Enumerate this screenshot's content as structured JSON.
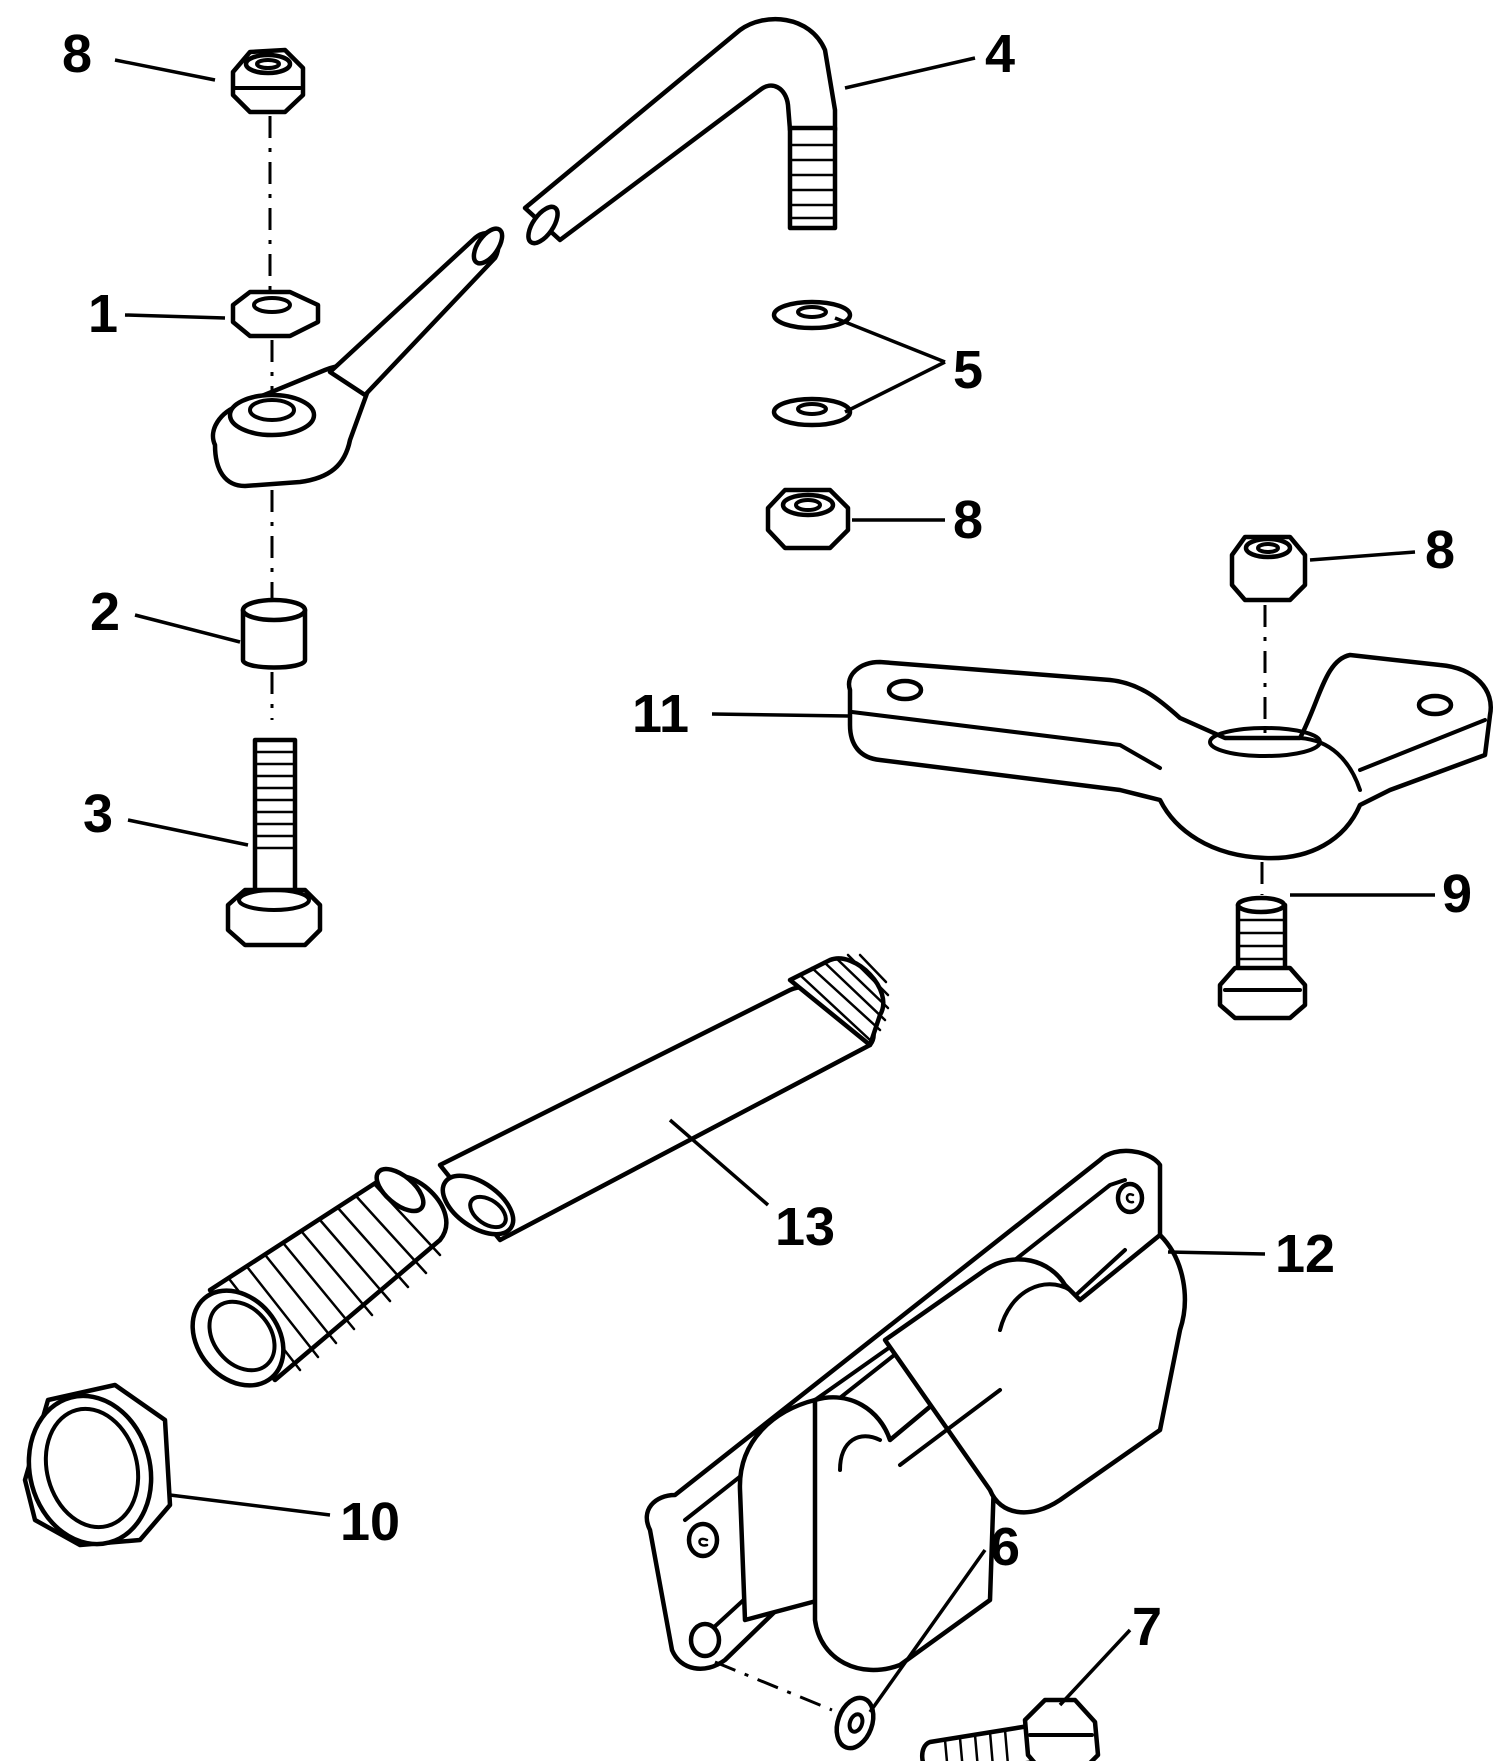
{
  "callouts": [
    {
      "id": "c8a",
      "text": "8"
    },
    {
      "id": "c4",
      "text": "4"
    },
    {
      "id": "c1",
      "text": "1"
    },
    {
      "id": "c5",
      "text": "5"
    },
    {
      "id": "c8b",
      "text": "8"
    },
    {
      "id": "c2",
      "text": "2"
    },
    {
      "id": "c8c",
      "text": "8"
    },
    {
      "id": "c11",
      "text": "11"
    },
    {
      "id": "c3",
      "text": "3"
    },
    {
      "id": "c9",
      "text": "9"
    },
    {
      "id": "c13",
      "text": "13"
    },
    {
      "id": "c12",
      "text": "12"
    },
    {
      "id": "c10",
      "text": "10"
    },
    {
      "id": "c6",
      "text": "6"
    },
    {
      "id": "c7",
      "text": "7"
    }
  ]
}
